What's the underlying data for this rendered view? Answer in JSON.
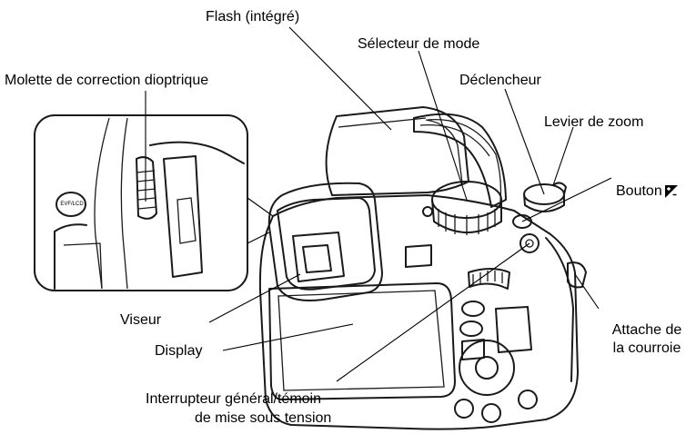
{
  "labels": {
    "flash": "Flash (intégré)",
    "mode_dial": "Sélecteur de mode",
    "diopter": "Molette de correction dioptrique",
    "shutter": "Déclencheur",
    "zoom_lever": "Levier de zoom",
    "exposure_button": "Bouton",
    "exposure_icon": "exposure-compensation-icon",
    "viewfinder": "Viseur",
    "display": "Display",
    "strap_line1": "Attache de",
    "strap_line2": "la courroie",
    "power_line1": "Interrupteur général/témoin",
    "power_line2": "de mise sous tension",
    "evf_button": "EVF/LCD"
  },
  "colors": {
    "stroke": "#1a1a1a",
    "background": "#ffffff"
  }
}
